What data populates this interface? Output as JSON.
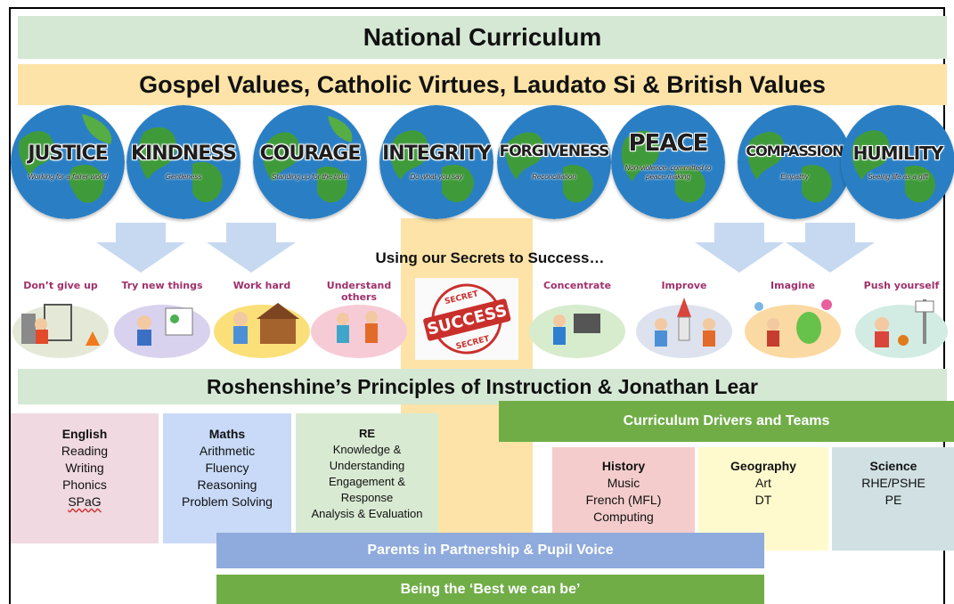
{
  "titles": {
    "national_curriculum": "National Curriculum",
    "values": "Gospel Values, Catholic Virtues, Laudato Si & British Values",
    "secrets": "Using our Secrets to Success…",
    "principles": "Roshenshine’s Principles of Instruction & Jonathan Lear",
    "drivers": "Curriculum Drivers and Teams",
    "parents": "Parents in Partnership & Pupil Voice",
    "best": "Being the ‘Best we can be’"
  },
  "virtues": [
    {
      "word": "JUSTICE",
      "sub": "Working for a fairer world"
    },
    {
      "word": "KINDNESS",
      "sub": "Gentleness"
    },
    {
      "word": "COURAGE",
      "sub": "Standing up for the truth"
    },
    {
      "word": "INTEGRITY",
      "sub": "Do what you say"
    },
    {
      "word": "FORGIVENESS",
      "sub": "Reconciliation"
    },
    {
      "word": "PEACE",
      "sub": "Non-violence, committed to peace making"
    },
    {
      "word": "COMPASSION",
      "sub": "Empathy"
    },
    {
      "word": "HUMILITY",
      "sub": "Seeing life as a gift"
    }
  ],
  "secrets": [
    {
      "label": "Don’t give up"
    },
    {
      "label": "Try new things"
    },
    {
      "label": "Work hard"
    },
    {
      "label": "Understand others"
    },
    {
      "label": "SUCCESS",
      "stamp_top": "SECRET",
      "stamp_bottom": "SECRET"
    },
    {
      "label": "Concentrate"
    },
    {
      "label": "Improve"
    },
    {
      "label": "Imagine"
    },
    {
      "label": "Push yourself"
    }
  ],
  "subjects": {
    "english": {
      "title": "English",
      "lines": [
        "Reading",
        "Writing",
        "Phonics",
        "SPaG"
      ]
    },
    "maths": {
      "title": "Maths",
      "lines": [
        "Arithmetic",
        "Fluency",
        "Reasoning",
        "Problem Solving"
      ]
    },
    "re": {
      "title": "RE",
      "lines": [
        "Knowledge &",
        "Understanding",
        "Engagement &",
        "Response",
        "Analysis & Evaluation"
      ]
    }
  },
  "drivers": {
    "history": {
      "title": "History",
      "lines": [
        "Music",
        "French (MFL)",
        "Computing"
      ]
    },
    "geography": {
      "title": "Geography",
      "lines": [
        "Art",
        "DT"
      ]
    },
    "science": {
      "title": "Science",
      "lines": [
        "RHE/PSHE",
        "PE"
      ]
    }
  },
  "colors": {
    "green_band": "#d5e8d4",
    "yellow_band": "#fde3a7",
    "drivers_green": "#70ad47",
    "parents_blue": "#8faadc",
    "english_pink": "#f0d9e0",
    "maths_blue": "#c9daf8",
    "re_green": "#d9ead3",
    "history_pink": "#f4cccc",
    "geography_yellow": "#fffacd",
    "science_grey": "#d0e0e3",
    "arrow_blue": "#c6d9f1"
  }
}
